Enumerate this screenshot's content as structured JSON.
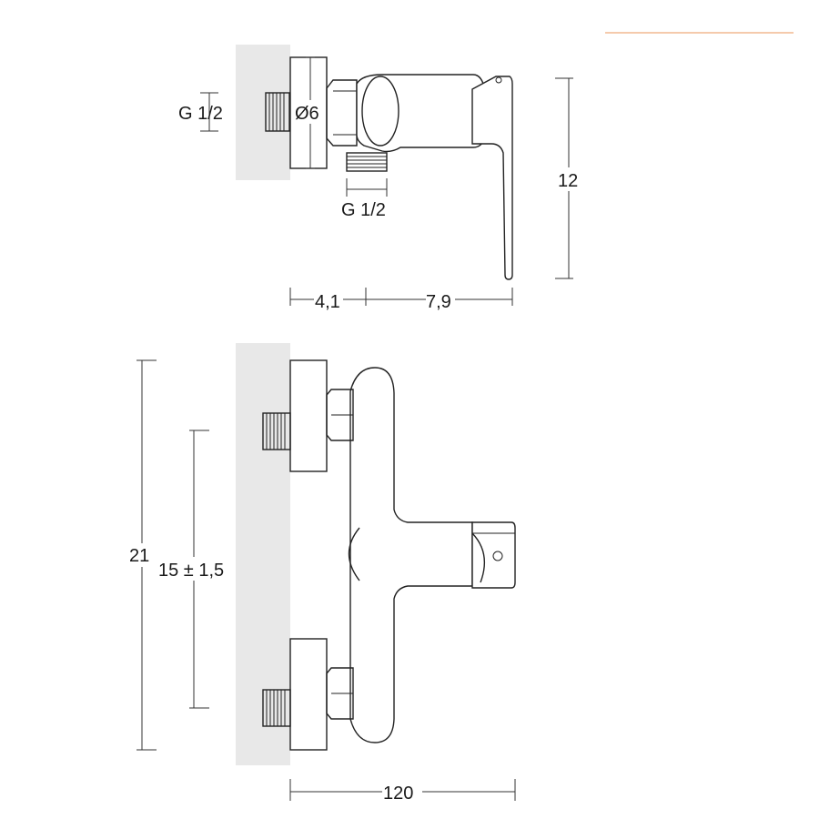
{
  "accent_color": "#f2b990",
  "views": {
    "side": {
      "labels": {
        "wall_connection": "G 1/2",
        "outlet_connection": "G 1/2",
        "flange_diameter": "Ø6",
        "lever_height": "12",
        "depth_a": "4,1",
        "depth_b": "7,9"
      }
    },
    "front": {
      "labels": {
        "overall_height": "21",
        "inlet_spacing": "15 ± 1,5",
        "overall_width": "120"
      }
    }
  }
}
